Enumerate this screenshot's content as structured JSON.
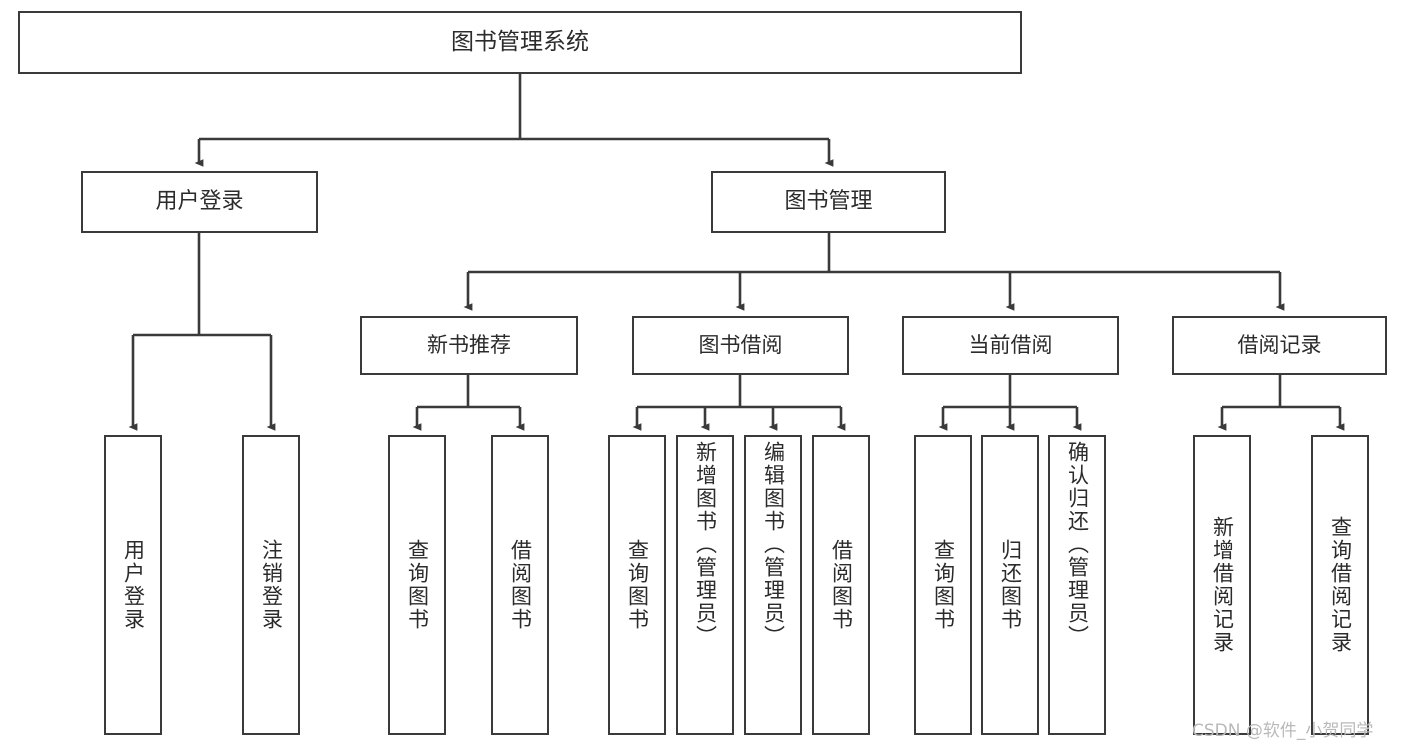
{
  "diagram": {
    "title": "图书管理系统",
    "watermark": "CSDN @软件_小贺同学",
    "colors": {
      "background": "#ffffff",
      "node_border": "#3a3a3a",
      "node_fill": "#ffffff",
      "text": "#2b2b2b",
      "connector": "#3a3a3a",
      "watermark": "#b9b9b9"
    },
    "root": {
      "label": "图书管理系统"
    },
    "level1": [
      {
        "label": "用户登录"
      },
      {
        "label": "图书管理"
      }
    ],
    "user_login_children": [
      {
        "label": "用户登录"
      },
      {
        "label": "注销登录"
      }
    ],
    "level2": [
      {
        "label": "新书推荐"
      },
      {
        "label": "图书借阅"
      },
      {
        "label": "当前借阅"
      },
      {
        "label": "借阅记录"
      }
    ],
    "new_book_children": [
      {
        "label": "查询图书"
      },
      {
        "label": "借阅图书"
      }
    ],
    "borrow_children": [
      {
        "label": "查询图书"
      },
      {
        "label": "新增图书（管理员）"
      },
      {
        "label": "编辑图书（管理员）"
      },
      {
        "label": "借阅图书"
      }
    ],
    "current_borrow_children": [
      {
        "label": "查询图书"
      },
      {
        "label": "归还图书"
      },
      {
        "label": "确认归还（管理员）"
      }
    ],
    "record_children": [
      {
        "label": "新增借阅记录"
      },
      {
        "label": "查询借阅记录"
      }
    ]
  }
}
